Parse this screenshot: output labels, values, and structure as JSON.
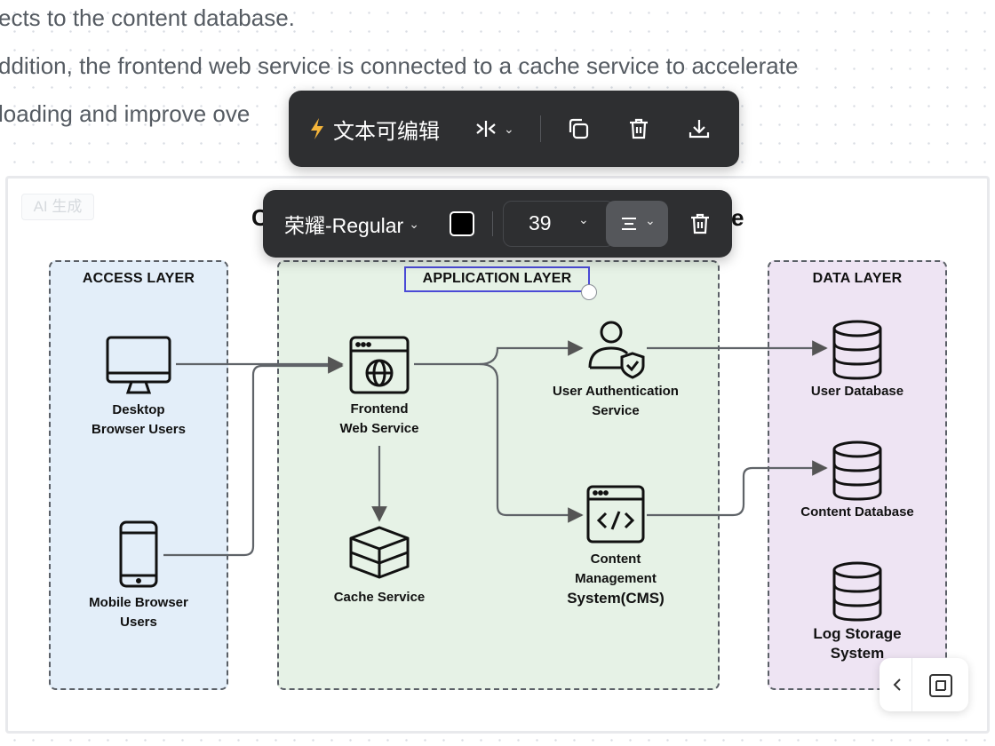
{
  "document": {
    "lines": [
      "ects to the content database.",
      "ddition, the frontend web service is connected to a cache service to accelerate",
      " loading and improve ove"
    ]
  },
  "badge": {
    "text": "AI 生成"
  },
  "diagram": {
    "title_left": "C",
    "title_right": "e",
    "lanes": {
      "access": "ACCESS LAYER",
      "application": "APPLICATION LAYER",
      "data": "DATA LAYER"
    },
    "nodes": {
      "desktop": [
        "Desktop",
        "Browser Users"
      ],
      "mobile": [
        "Mobile Browser",
        "Users"
      ],
      "frontend": [
        "Frontend",
        "Web Service"
      ],
      "cache": [
        "Cache Service"
      ],
      "auth": [
        "User Authentication",
        "Service"
      ],
      "cms": [
        "Content",
        "Management",
        "System(CMS)"
      ],
      "user_db": [
        "User Database"
      ],
      "content_db": [
        "Content Database"
      ],
      "log_storage": [
        "Log Storage",
        "System"
      ]
    }
  },
  "toolbar_top": {
    "editable_label": "文本可编辑",
    "buttons": [
      "flip-icon",
      "copy-icon",
      "trash-icon",
      "download-icon"
    ]
  },
  "toolbar_text": {
    "font": "荣耀-Regular",
    "color": "#000000",
    "size": "39",
    "align": "center"
  },
  "colors": {
    "toolbar_bg": "#2e2f31",
    "accent_bolt": "#f5b53a",
    "selection": "#4a4ad6",
    "access_lane": "#e3eef9",
    "app_lane": "#e6f2e6",
    "data_lane": "#eee4f3"
  }
}
